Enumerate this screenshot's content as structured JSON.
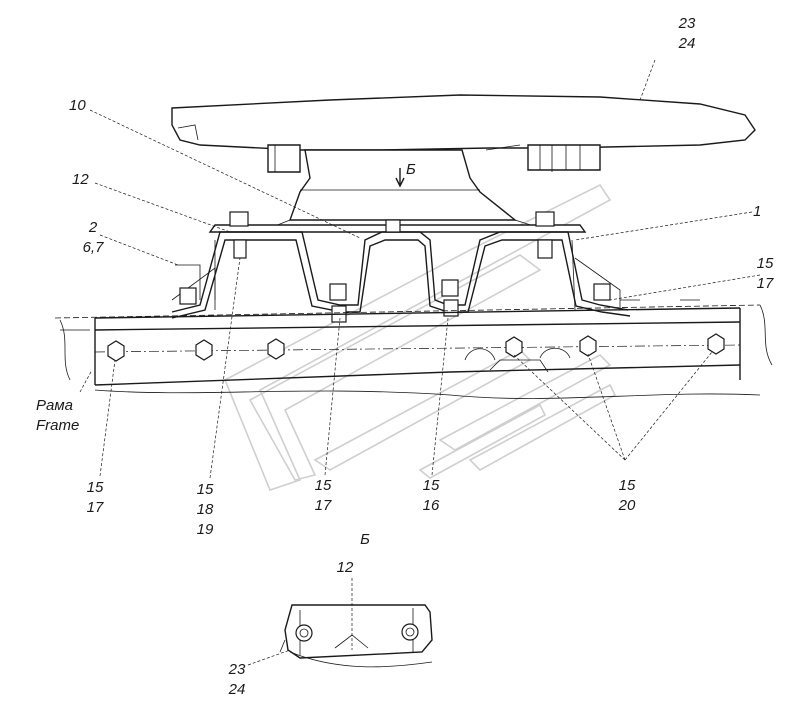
{
  "callouts": {
    "c23_24_top": "23\n24",
    "c10": "10",
    "c12_top": "12",
    "c2_67": "2\n6,7",
    "c1": "1",
    "c15_17_right": "15\n17",
    "section_mark_top": "Б",
    "frame_label": "Рама\nFrame",
    "c15_17_left": "15\n17",
    "c15_18_19": "15\n18\n19",
    "c15_17_mid": "15\n17",
    "c15_16": "15\n16",
    "c15_20": "15\n20",
    "view_b_title": "Б",
    "c12_view": "12",
    "c23_24_view": "23\n24"
  }
}
